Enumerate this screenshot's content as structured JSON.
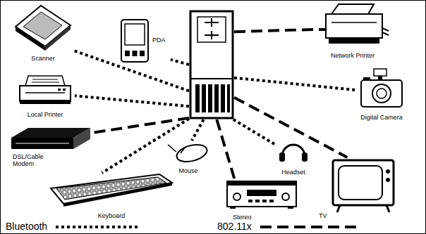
{
  "diagram": {
    "nodes": [
      {
        "text": [
          "Scanner"
        ]
      },
      {
        "text": [
          "PDA"
        ]
      },
      {
        "text": []
      },
      {
        "text": [
          "Network Printer"
        ]
      },
      {
        "text": [
          "Digital Camera"
        ]
      },
      {
        "text": [
          "Local Printer"
        ]
      },
      {
        "text": [
          "DSL/Cable Modem"
        ]
      },
      {
        "text": [
          "Mouse"
        ]
      },
      {
        "text": [
          "Headset"
        ]
      },
      {
        "text": [
          "Keyboard"
        ]
      },
      {
        "text": [
          "Stereo"
        ]
      },
      {
        "text": [
          "TV"
        ]
      }
    ],
    "edges": [
      {
        "from": 2,
        "to": 0,
        "arrow": "none"
      },
      {
        "from": 2,
        "to": 1,
        "arrow": "none"
      },
      {
        "from": 2,
        "to": 3,
        "arrow": "none"
      },
      {
        "from": 2,
        "to": 4,
        "arrow": "none"
      },
      {
        "from": 2,
        "to": 5,
        "arrow": "none"
      },
      {
        "from": 2,
        "to": 6,
        "arrow": "none"
      },
      {
        "from": 2,
        "to": 7,
        "arrow": "none"
      },
      {
        "from": 2,
        "to": 8,
        "arrow": "none"
      },
      {
        "from": 2,
        "to": 9,
        "arrow": "none"
      },
      {
        "from": 2,
        "to": 10,
        "arrow": "none"
      },
      {
        "from": 2,
        "to": 11,
        "arrow": "none"
      }
    ],
    "legend": [
      {
        "text": "Bluetooth"
      },
      {
        "text": "802.11x"
      }
    ]
  }
}
